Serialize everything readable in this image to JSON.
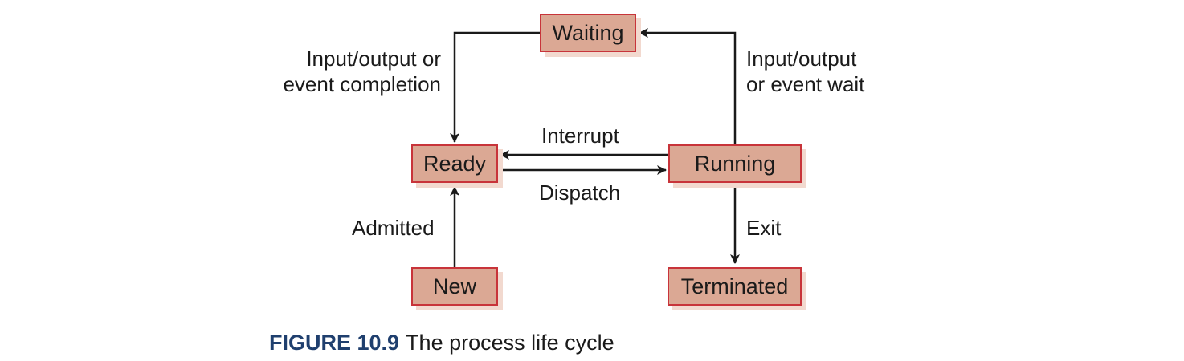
{
  "states": {
    "waiting": "Waiting",
    "ready": "Ready",
    "running": "Running",
    "new": "New",
    "terminated": "Terminated"
  },
  "transitions": {
    "io_completion": [
      "Input/output or",
      "event completion"
    ],
    "io_wait": [
      "Input/output",
      "or event wait"
    ],
    "interrupt": "Interrupt",
    "dispatch": "Dispatch",
    "admitted": "Admitted",
    "exit": "Exit"
  },
  "caption": {
    "number": "FIGURE 10.9",
    "text": "The process life cycle"
  },
  "colors": {
    "box_fill": "#dba894",
    "box_border": "#c8343a",
    "box_shadow": "#f2d9cf",
    "arrow": "#1a1a1a",
    "caption_number": "#1f3f6e"
  }
}
